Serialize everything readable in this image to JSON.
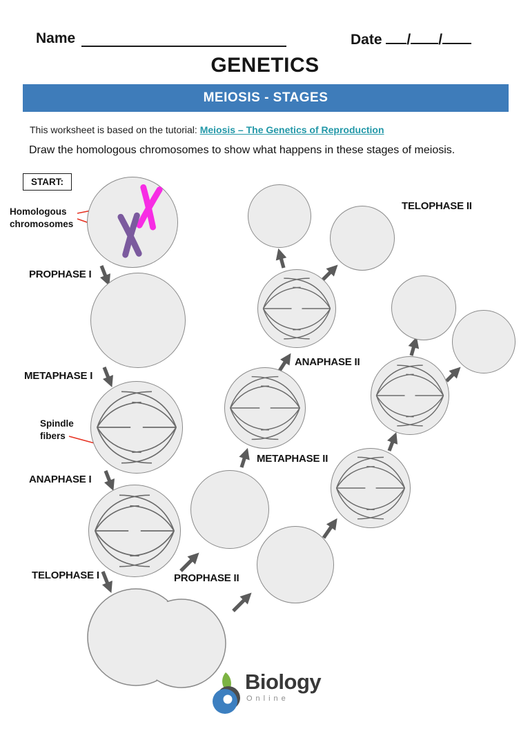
{
  "header": {
    "name_label": "Name",
    "date_label": "Date",
    "slash": "/",
    "title": "GENETICS"
  },
  "banner": {
    "label": "MEIOSIS - STAGES"
  },
  "intro": {
    "tutorial_prefix": "This worksheet is based on the tutorial: ",
    "tutorial_link_text": "Meiosis – The Genetics of Reproduction",
    "instruction": "Draw the homologous chromosomes to show what happens in these stages of meiosis."
  },
  "diagram": {
    "start_label": "START:",
    "homologous_line1": "Homologous",
    "homologous_line2": "chromosomes",
    "spindle_line1": "Spindle",
    "spindle_line2": "fibers",
    "stages": {
      "prophase1": "PROPHASE I",
      "metaphase1": "METAPHASE I",
      "anaphase1": "ANAPHASE I",
      "telophase1": "TELOPHASE I",
      "prophase2": "PROPHASE II",
      "metaphase2": "METAPHASE II",
      "anaphase2": "ANAPHASE II",
      "telophase2": "TELOPHASE II"
    }
  },
  "logo": {
    "brand": "Biology",
    "subtitle": "Online"
  },
  "colors": {
    "banner_blue": "#3e7cba",
    "link_teal": "#2398a8",
    "chromosome_magenta": "#f72ce4",
    "chromosome_purple": "#7b5a9e",
    "pointer_red": "#e63323",
    "arrow_gray": "#5b5b5b",
    "cell_fill": "#ececec",
    "cell_border": "#8a8a8a"
  }
}
